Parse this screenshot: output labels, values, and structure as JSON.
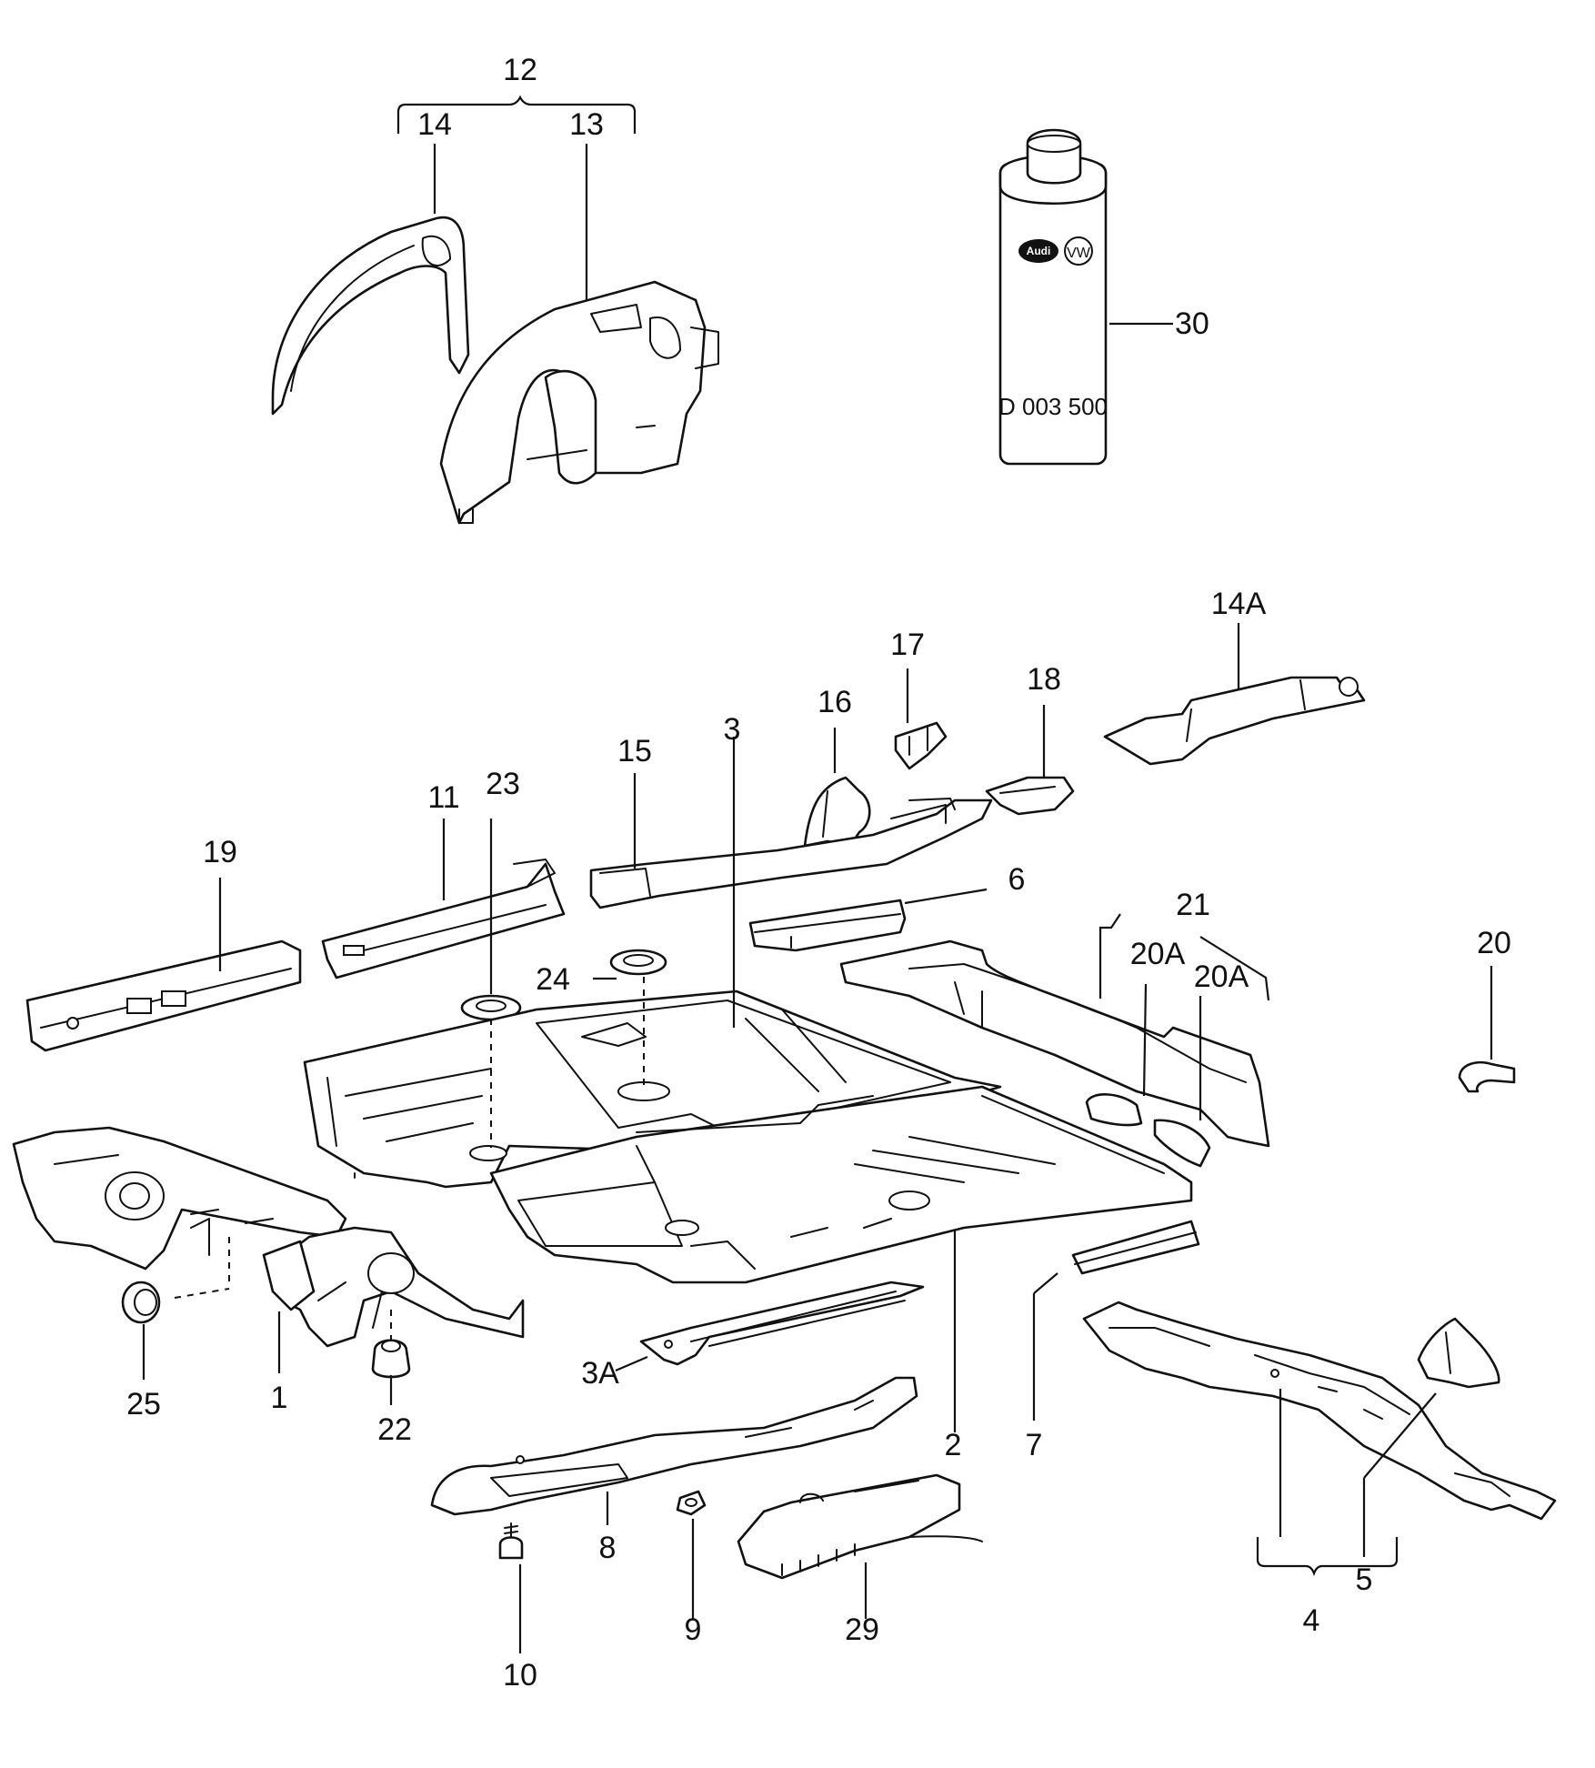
{
  "labels": {
    "l1": "1",
    "l2": "2",
    "l3": "3",
    "l3a": "3A",
    "l4": "4",
    "l5": "5",
    "l6": "6",
    "l7": "7",
    "l8": "8",
    "l9": "9",
    "l10": "10",
    "l11": "11",
    "l12": "12",
    "l13": "13",
    "l14": "14",
    "l14a": "14A",
    "l15": "15",
    "l16": "16",
    "l17": "17",
    "l18": "18",
    "l19": "19",
    "l20": "20",
    "l20a_left": "20A",
    "l20a_right": "20A",
    "l21": "21",
    "l22": "22",
    "l23": "23",
    "l24": "24",
    "l25": "25",
    "l29": "29",
    "l30": "30"
  },
  "can": {
    "part_number": "D 003 500",
    "logos": [
      "Audi",
      "VW"
    ]
  }
}
